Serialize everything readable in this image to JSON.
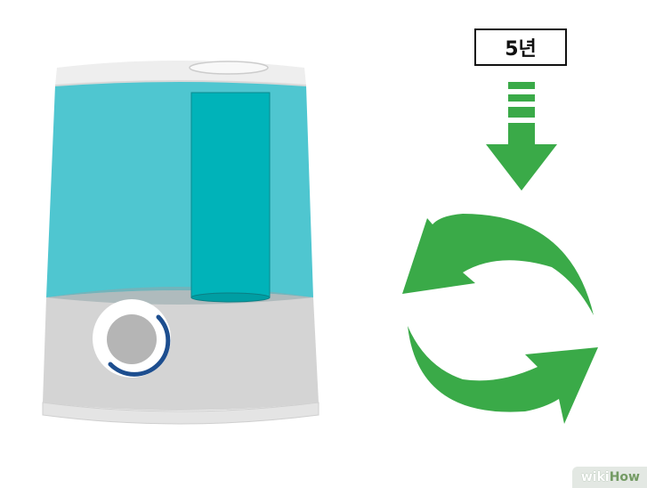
{
  "label": {
    "text": "5년"
  },
  "watermark": {
    "wiki": "wiki",
    "how": "How"
  },
  "colors": {
    "water": "#4fc6d0",
    "water_dark": "#00b3b9",
    "body_gray": "#d3d3d3",
    "top_gray": "#eeeeee",
    "dial_ring": "#1d4e8f",
    "arrow_green": "#3aaa48"
  },
  "icons": {
    "device": "humidifier-icon",
    "down_arrow": "dashed-down-arrow-icon",
    "cycle": "refresh-cycle-arrows-icon"
  }
}
